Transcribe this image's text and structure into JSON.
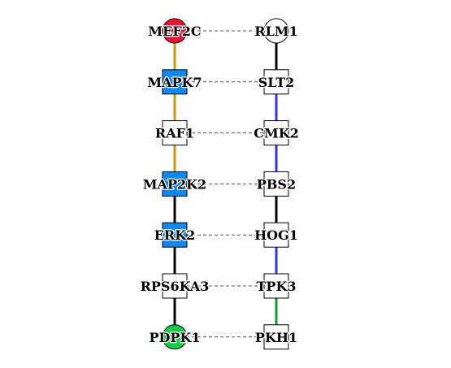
{
  "left_column": [
    {
      "label": "MEF2C",
      "shape": "circle",
      "fill": "#ee1133"
    },
    {
      "label": "MAPK7",
      "shape": "square",
      "fill": "#1188ee"
    },
    {
      "label": "RAF1",
      "shape": "square",
      "fill": "#ffffff"
    },
    {
      "label": "MAP2K2",
      "shape": "square",
      "fill": "#1188ee"
    },
    {
      "label": "ERK2",
      "shape": "square",
      "fill": "#1188ee"
    },
    {
      "label": "RPS6KA3",
      "shape": "square",
      "fill": "#ffffff"
    },
    {
      "label": "PDPK1",
      "shape": "circle",
      "fill": "#11cc44"
    }
  ],
  "right_column": [
    {
      "label": "RLM1",
      "shape": "circle",
      "fill": "#ffffff"
    },
    {
      "label": "SLT2",
      "shape": "square",
      "fill": "#ffffff"
    },
    {
      "label": "CMK2",
      "shape": "square",
      "fill": "#ffffff"
    },
    {
      "label": "PBS2",
      "shape": "square",
      "fill": "#ffffff"
    },
    {
      "label": "HOG1",
      "shape": "square",
      "fill": "#ffffff"
    },
    {
      "label": "TPK3",
      "shape": "square",
      "fill": "#ffffff"
    },
    {
      "label": "PKH1",
      "shape": "square",
      "fill": "#ffffff"
    }
  ],
  "left_edges_colors": [
    "#c89a10",
    "#c89a10",
    "#c89a10",
    "#000000",
    "#000000",
    "#000000"
  ],
  "right_edges_colors": [
    "#000000",
    "#3333ee",
    "#3333ee",
    "#000000",
    "#3333ee",
    "#119933"
  ],
  "alignment_link_color": "#555555"
}
